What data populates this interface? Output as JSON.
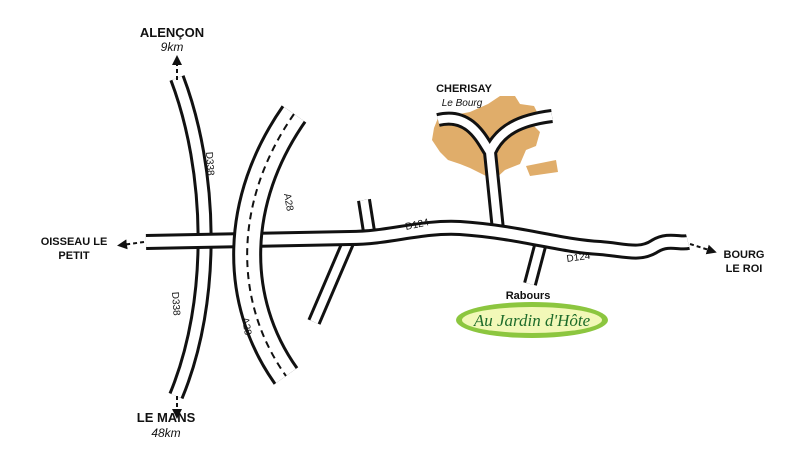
{
  "towns": {
    "alencon": {
      "name": "ALENÇON",
      "distance": "9km"
    },
    "le_mans": {
      "name": "LE MANS",
      "distance": "48km"
    },
    "oisseau": {
      "line1": "OISSEAU LE",
      "line2": "PETIT"
    },
    "bourg_le_roi": {
      "line1": "BOURG",
      "line2": "LE ROI"
    },
    "cherisay": {
      "name": "CHERISAY",
      "sub": "Le Bourg"
    },
    "rabours": {
      "name": "Rabours"
    }
  },
  "roads": {
    "d338": "D338",
    "a28": "A28",
    "d124": "D124"
  },
  "logo": {
    "text": "Au Jardin d'Hôte"
  },
  "colors": {
    "village": "#e0ad6a",
    "road_outline": "#111111",
    "road_fill": "#ffffff",
    "logo_border": "#8cc63f",
    "logo_fill": "#f2f8b8",
    "logo_text": "#1d6b2a"
  }
}
